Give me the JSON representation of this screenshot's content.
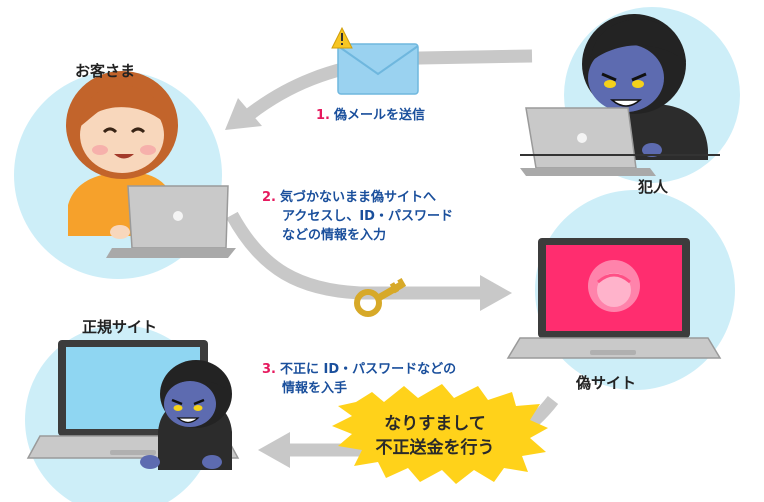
{
  "labels": {
    "customer": "お客さま",
    "criminal": "犯人",
    "fake_site": "偽サイト",
    "legit_site": "正規サイト"
  },
  "steps": [
    {
      "num": "1.",
      "lines": [
        "偽メールを送信"
      ]
    },
    {
      "num": "2.",
      "lines": [
        "気づかないまま偽サイトへ",
        "アクセスし、ID・パスワード",
        "などの情報を入力"
      ]
    },
    {
      "num": "3.",
      "lines": [
        "不正に ID・パスワードなどの",
        "情報を入手"
      ]
    }
  ],
  "callout": {
    "lines": [
      "なりすまして",
      "不正送金を行う"
    ]
  },
  "colors": {
    "circle_bg": "#cdeef8",
    "arrow": "#c8c8c8",
    "step_text": "#1a4f9c",
    "step_number": "#e6195e",
    "fake_screen": "#ff2d6f",
    "legit_screen": "#8fd6f2",
    "burst": "#ffd21a",
    "key": "#d7a928",
    "envelope": "#9ad2f0"
  }
}
